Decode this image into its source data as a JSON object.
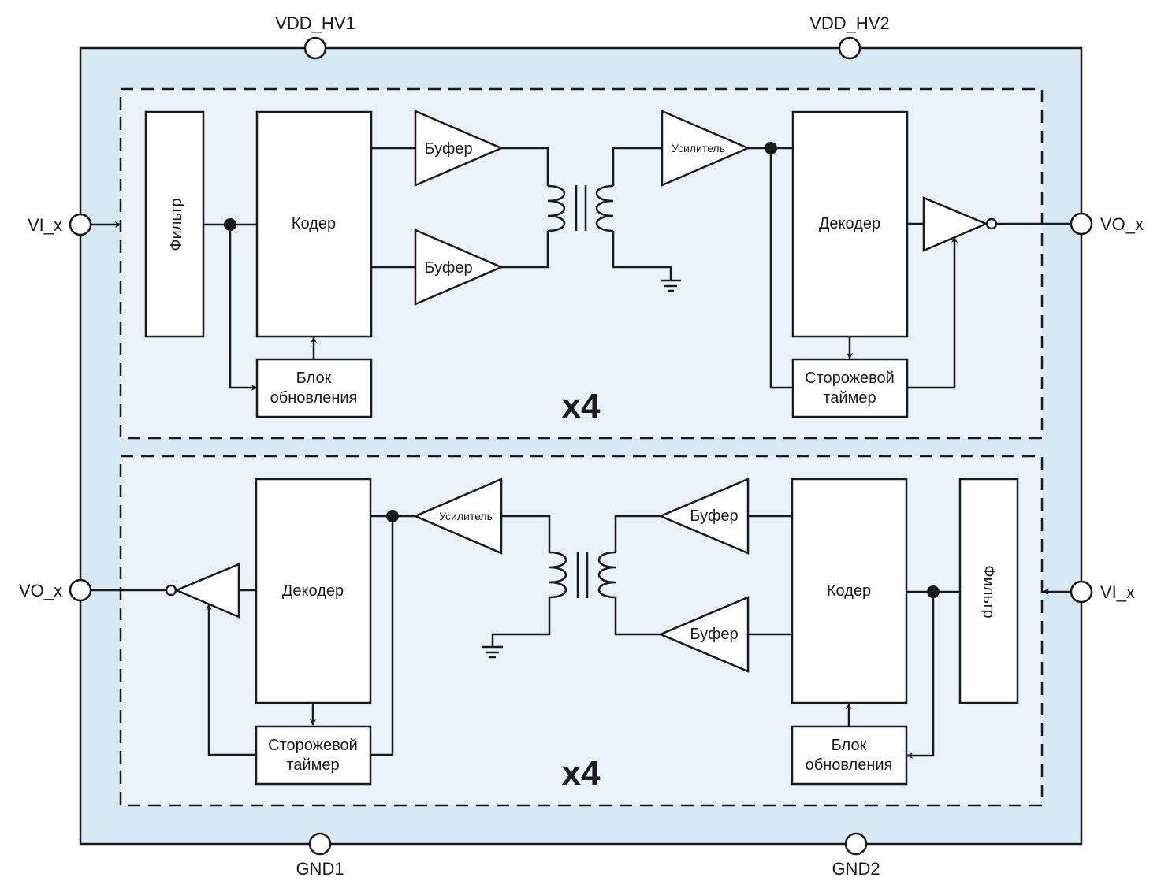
{
  "colors": {
    "chip_fill": "#d7e8f5",
    "channel_fill": "#e9f1fa",
    "block_fill": "#ffffff",
    "line": "#1a1a1a"
  },
  "pins": {
    "vdd1": "VDD_HV1",
    "vdd2": "VDD_HV2",
    "gnd1": "GND1",
    "gnd2": "GND2",
    "top_left_in": "VI_x",
    "top_right_out": "VO_x",
    "bottom_left_out": "VO_x",
    "bottom_right_in": "VI_x"
  },
  "top_channel": {
    "filter": "Фильтр",
    "encoder": "Кодер",
    "refresh_line1": "Блок",
    "refresh_line2": "обновления",
    "buffer1": "Буфер",
    "buffer2": "Буфер",
    "amplifier": "Усилитель",
    "decoder": "Декодер",
    "watchdog_line1": "Сторожевой",
    "watchdog_line2": "таймер",
    "multiplier": "x4"
  },
  "bottom_channel": {
    "filter": "Фильтр",
    "encoder": "Кодер",
    "refresh_line1": "Блок",
    "refresh_line2": "обновления",
    "buffer1": "Буфер",
    "buffer2": "Буфер",
    "amplifier": "Усилитель",
    "decoder": "Декодер",
    "watchdog_line1": "Сторожевой",
    "watchdog_line2": "таймер",
    "multiplier": "x4"
  }
}
